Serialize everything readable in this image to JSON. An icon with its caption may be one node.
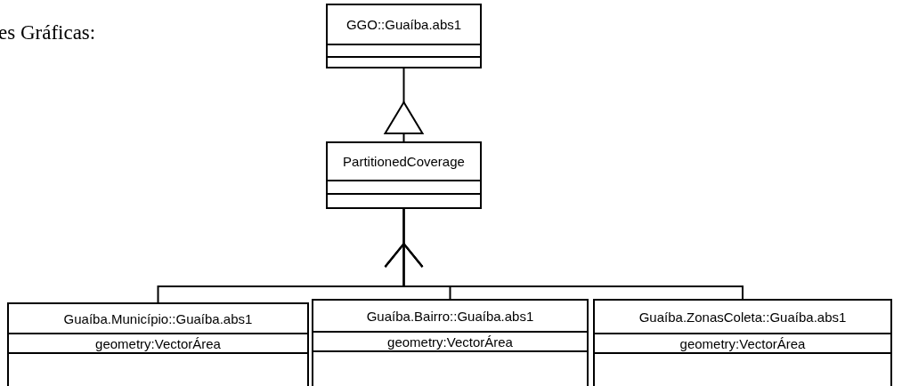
{
  "diagram": {
    "nodes": [
      {
        "text": [
          "GGO::Guaíba.abs1"
        ]
      },
      {
        "text": [
          "PartitionedCoverage"
        ]
      },
      {
        "text": [
          "Guaíba.Município::Guaíba.abs1",
          "geometry:VectorÁrea"
        ]
      },
      {
        "text": [
          "Guaíba.Bairro::Guaíba.abs1",
          "geometry:VectorÁrea"
        ]
      },
      {
        "text": [
          "Guaíba.ZonasColeta::Guaíba.abs1",
          "geometry:VectorÁrea"
        ]
      }
    ],
    "edges": [
      {
        "from": 1,
        "to": 0,
        "arrow": "to"
      },
      {
        "from": 2,
        "to": 1,
        "arrow": "to"
      },
      {
        "from": 3,
        "to": 1,
        "arrow": "to"
      },
      {
        "from": 4,
        "to": 1,
        "arrow": "to"
      }
    ],
    "labels": [
      "es Gráficas:"
    ]
  }
}
